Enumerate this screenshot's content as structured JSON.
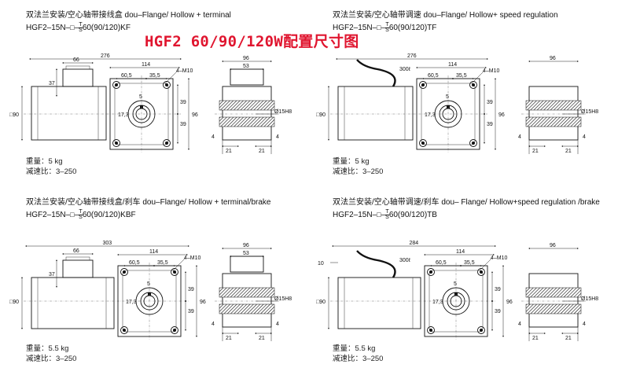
{
  "title": "HGF2 60/90/120W配置尺寸图",
  "diagrams": [
    {
      "header": "双法兰安装/空心轴带接线盒 dou–Flange/ Hollow + terminal",
      "model_prefix": "HGF2–15N–",
      "model_box": "□",
      "model_frac_top": "T",
      "model_frac_bottom": "S",
      "model_suffix": "60(90/120)KF",
      "weight_label": "重量：",
      "weight_value": "5 kg",
      "ratio_label": "减速比：",
      "ratio_value": "3–250",
      "dims": {
        "total": "276",
        "box_w": "66",
        "box_h": "37",
        "gear": "114",
        "pcd": "60,5",
        "pcd2": "35,5",
        "holes": "4–M10",
        "bore": "5",
        "hub": "17,3",
        "h39a": "39",
        "h39b": "39",
        "h96": "96",
        "motor_d": "□90",
        "side_w": "96",
        "side_53": "53",
        "shaft": "Ø15H8",
        "s4a": "4",
        "s4b": "4",
        "s21a": "21",
        "s21b": "21"
      }
    },
    {
      "header": "双法兰安装/空心轴带调速 dou–Flange/ Hollow+ speed regulation",
      "model_prefix": "HGF2–15N–",
      "model_box": "□",
      "model_frac_top": "T",
      "model_frac_bottom": "S",
      "model_suffix": "60(90/120)TF",
      "weight_label": "重量：",
      "weight_value": "5 kg",
      "ratio_label": "减速比：",
      "ratio_value": "3–250",
      "dims": {
        "total": "276",
        "cable": "300ℓ",
        "gear": "114",
        "pcd": "60,5",
        "pcd2": "35,5",
        "holes": "4–M10",
        "bore": "5",
        "hub": "17,3",
        "h39a": "39",
        "h39b": "39",
        "h96": "96",
        "motor_d": "□90",
        "side_w": "96",
        "shaft": "Ø15H8",
        "s4a": "4",
        "s4b": "4",
        "s21a": "21",
        "s21b": "21"
      }
    },
    {
      "header": "双法兰安装/空心轴带接线盒/刹车 dou–Flange/ Hollow + terminal/brake",
      "model_prefix": "HGF2–15N–",
      "model_box": "□",
      "model_frac_top": "T",
      "model_frac_bottom": "S",
      "model_suffix": "60(90/120)KBF",
      "weight_label": "重量：",
      "weight_value": "5.5 kg",
      "ratio_label": "减速比：",
      "ratio_value": "3–250",
      "dims": {
        "total": "303",
        "box_w": "66",
        "box_h": "37",
        "gear": "114",
        "pcd": "60,5",
        "pcd2": "35,5",
        "holes": "4–M10",
        "bore": "5",
        "hub": "17,3",
        "h39a": "39",
        "h39b": "39",
        "h96": "96",
        "motor_d": "□90",
        "side_w": "96",
        "side_53": "53",
        "shaft": "Ø15H8",
        "s4a": "4",
        "s4b": "4",
        "s21a": "21",
        "s21b": "21"
      }
    },
    {
      "header": "双法兰安装/空心轴带调速/刹车 dou– Flange/ Hollow+speed regulation /brake",
      "model_prefix": "HGF2–15N–",
      "model_box": "□",
      "model_frac_top": "T",
      "model_frac_bottom": "S",
      "model_suffix": "60(90/120)TB",
      "weight_label": "重量：",
      "weight_value": "5.5 kg",
      "ratio_label": "减速比：",
      "ratio_value": "3–250",
      "dims": {
        "total": "284",
        "left10": "10",
        "cable": "300ℓ",
        "gear": "114",
        "pcd": "60,5",
        "pcd2": "35,5",
        "holes": "4–M10",
        "bore": "5",
        "hub": "17,3",
        "h39a": "39",
        "h39b": "39",
        "h96": "96",
        "motor_d": "□90",
        "side_w": "96",
        "shaft": "Ø15H8",
        "s4a": "4",
        "s4b": "4",
        "s21a": "21",
        "s21b": "21"
      }
    }
  ]
}
